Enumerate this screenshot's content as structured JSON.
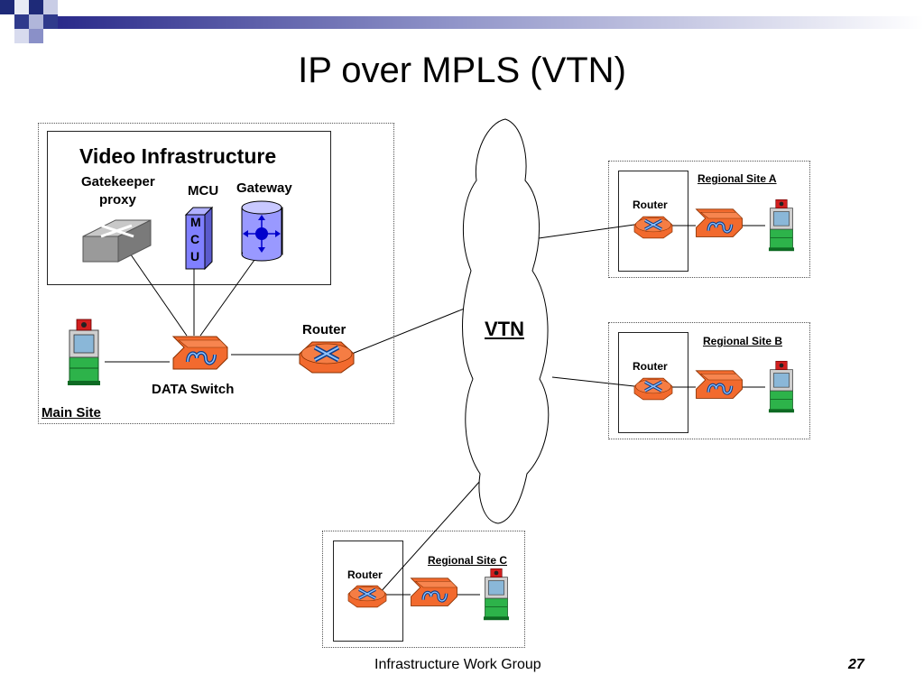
{
  "slide": {
    "title": "IP over MPLS (VTN)",
    "footer_text": "Infrastructure Work Group",
    "page_number": "27"
  },
  "colors": {
    "orange_device": "#f26a2e",
    "router_icon": "#0070c0",
    "mcu_fill": "#8080ff",
    "gateway_fill": "#9999ff",
    "slide_accent": "#2a2a8a"
  },
  "main_site": {
    "label": "Main Site",
    "video_infrastructure": {
      "title": "Video Infrastructure",
      "gatekeeper_label": "Gatekeeper proxy",
      "gatekeeper_line1": "Gatekeeper",
      "gatekeeper_line2": "proxy",
      "mcu_label": "MCU",
      "mcu_letters": [
        "M",
        "C",
        "U"
      ],
      "gateway_label": "Gateway"
    },
    "data_switch_label": "DATA Switch",
    "router_label": "Router"
  },
  "cloud": {
    "label": "VTN"
  },
  "regional_sites": [
    {
      "label": "Regional Site A",
      "router_label": "Router"
    },
    {
      "label": "Regional Site B",
      "router_label": "Router"
    },
    {
      "label": "Regional Site C",
      "router_label": "Router"
    }
  ]
}
